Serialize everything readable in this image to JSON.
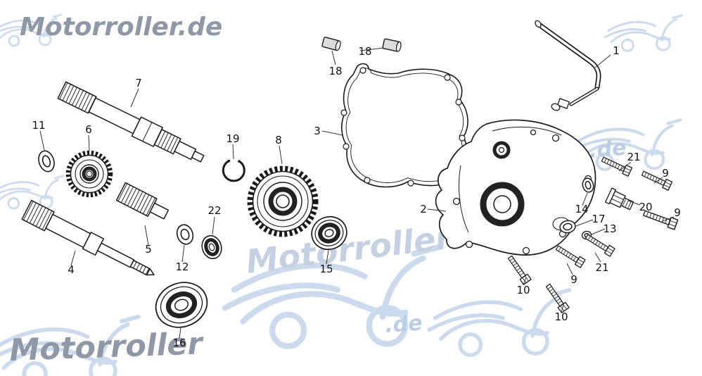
{
  "brand": {
    "top": "Motorroller.de",
    "center": "Motorroller",
    "bottom": "Motorroller",
    "de": ".de"
  },
  "colors": {
    "line": "#1a1a1a",
    "dark_ring": "#222222",
    "watermark_blue": "#c9d8ec",
    "watermark_text_blue": "#c2cfe2",
    "watermark_gray": "#8a93a3",
    "label_text": "#111111"
  },
  "labels": {
    "p1": "1",
    "p2": "2",
    "p3": "3",
    "p4": "4",
    "p5": "5",
    "p6": "6",
    "p7": "7",
    "p8": "8",
    "p9": "9",
    "p10": "10",
    "p11": "11",
    "p12": "12",
    "p13": "13",
    "p14": "14",
    "p15": "15",
    "p16": "16",
    "p17": "17",
    "p18": "18",
    "p19": "19",
    "p20": "20",
    "p21": "21",
    "p22": "22"
  }
}
